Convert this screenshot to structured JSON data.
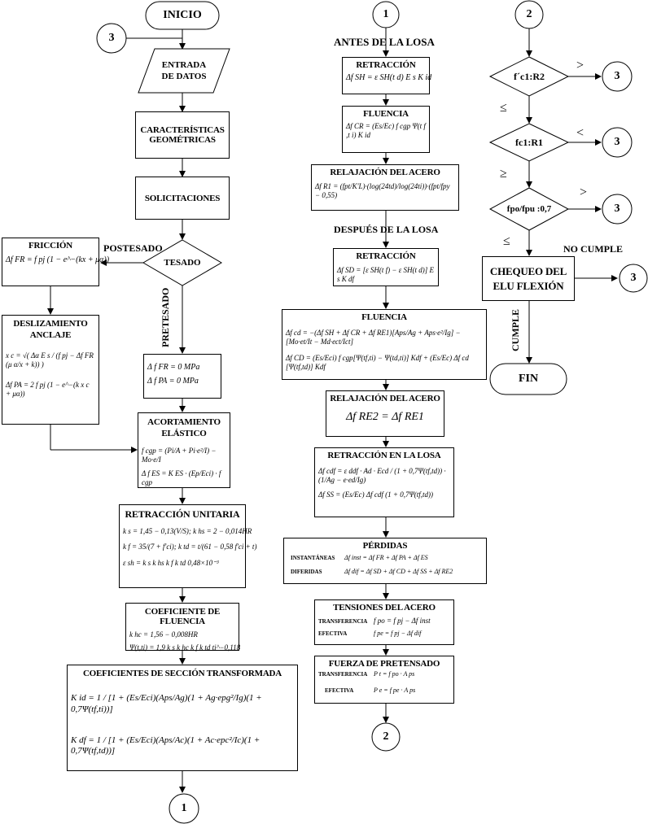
{
  "col1": {
    "inicio": "INICIO",
    "connector_3": "3",
    "entrada": "ENTRADA DE DATOS",
    "caracteristicas": "CARACTERÍSTICAS GEOMÉTRICAS",
    "solicitaciones": "SOLICITACIONES",
    "tesado": "TESADO",
    "postesado": "POSTESADO",
    "pretesado": "PRETESADO",
    "friccion": {
      "title": "FRICCIÓN",
      "eq": "Δf FR = f pj (1 − e^−(kx + μα))"
    },
    "deslizamiento": {
      "title": "DESLIZAMIENTO ANCLAJE",
      "eq1": "x c = √( Δα E s / (f pj − Δf FR (μ α/x + k)) )",
      "eq2": "Δf PA = 2 f pj (1 − e^−(k x c + μα))"
    },
    "pretesado_eqs": {
      "eq1": "Δ f FR = 0 MPa",
      "eq2": "Δ f PA = 0 MPa"
    },
    "acortamiento": {
      "title": "ACORTAMIENTO ELÁSTICO",
      "eq1": "f cgp = (Pi/A + Pi·e²/I) − Mo·e/I",
      "eq2": "Δ f ES = K ES · (Ep/Eci) · f cgp"
    },
    "retraccion_unitaria": {
      "title": "RETRACCIÓN UNITARIA",
      "eq1": "k s = 1,45 − 0,13(V/S); k hs = 2 − 0,014HR",
      "eq2": "k f = 35/(7 + f'ci); k td = t/(61 − 0,58 f'ci + t)",
      "eq3": "ε sh = k s k hs k f k td 0,48×10⁻³"
    },
    "coef_fluencia": {
      "title": "COEFICIENTE DE FLUENCIA",
      "eq1": "k hc = 1,56 − 0,008HR",
      "eq2": "Ψ(t,ti) = 1,9 k s k hc k f k td ti^−0,118"
    },
    "coef_seccion": {
      "title": "COEFICIENTES DE SECCIÓN TRANSFORMADA",
      "eq1": "K id = 1 / [1 + (Es/Eci)(Aps/Ag)(1 + Ag·epg²/Ig)(1 + 0,7Ψ(tf,ti))]",
      "eq2": "K df = 1 / [1 + (Es/Eci)(Aps/Ac)(1 + Ac·epc²/Ic)(1 + 0,7Ψ(tf,td))]"
    },
    "connector_1": "1"
  },
  "col2": {
    "connector_1": "1",
    "antes": "ANTES DE LA LOSA",
    "retraccion1": {
      "title": "RETRACCIÓN",
      "eq": "Δf SH = ε SH(t d) E s K id"
    },
    "fluencia1": {
      "title": "FLUENCIA",
      "eq": "Δf CR = (Es/Ec) f cgp Ψ(t f ,t i) K id"
    },
    "relajacion1": {
      "title": "RELAJACIÓN DEL ACERO",
      "eq": "Δf R1 = (fpt/K'L)·(log(24td)/log(24ti))·(fpt/fpy − 0,55)"
    },
    "despues": "DESPUÉS DE LA LOSA",
    "retraccion2": {
      "title": "RETRACCIÓN",
      "eq": "Δf SD = [ε SH(t f) − ε SH(t d)] E s K df"
    },
    "fluencia2": {
      "title": "FLUENCIA",
      "eq1": "Δf cd = −(Δf SH + Δf CR + Δf RE1)[Aps/Ag + Aps·e²/Ig] − [Mo·et/It − Md·ect/Ict]",
      "eq2": "Δf CD = (Es/Eci) f cgp[Ψ(tf,ti) − Ψ(td,ti)] Kdf + (Es/Ec) Δf cd [Ψ(tf,td)] Kdf"
    },
    "relajacion2": {
      "title": "RELAJACIÓN DEL ACERO",
      "eq": "Δf RE2 = Δf RE1"
    },
    "retraccion_losa": {
      "title": "RETRACCIÓN EN LA LOSA",
      "eq1": "Δf cdf = ε ddf · Ad · Ecd / (1 + 0,7Ψ(tf,td)) · (1/Ag − e·ed/Ig)",
      "eq2": "Δf SS = (Es/Ec) Δf cdf (1 + 0,7Ψ(tf,td))"
    },
    "perdidas": {
      "title": "PÉRDIDAS",
      "inst_label": "INSTANTÁNEAS",
      "inst_eq": "Δf inst = Δf FR + Δf PA + Δf ES",
      "dif_label": "DIFERIDAS",
      "dif_eq": "Δf dif = Δf SD + Δf CD + Δf SS + Δf RE2"
    },
    "tensiones": {
      "title": "TENSIONES DEL ACERO",
      "t_label": "TRANSFERENCIA",
      "t_eq": "f po = f pj − Δf inst",
      "e_label": "EFECTIVA",
      "e_eq": "f pe = f pj − Δf dif"
    },
    "fuerza": {
      "title": "FUERZA DE PRETENSADO",
      "t_label": "TRANSFERENCIA",
      "t_eq": "P t = f po · A ps",
      "e_label": "EFECTIVA",
      "e_eq": "P e = f pe · A ps"
    },
    "connector_2": "2"
  },
  "col3": {
    "connector_2": "2",
    "d1": "f´c1:R2",
    "d2": "fc1:R1",
    "d3": "fpo/fpu :0,7",
    "gt": ">",
    "lt": "<",
    "le": "≤",
    "ge": "≥",
    "connector_3": "3",
    "no_cumple": "NO CUMPLE",
    "chequeo": "CHEQUEO DEL ELU FLEXIÓN",
    "cumple": "CUMPLE",
    "fin": "FIN"
  }
}
